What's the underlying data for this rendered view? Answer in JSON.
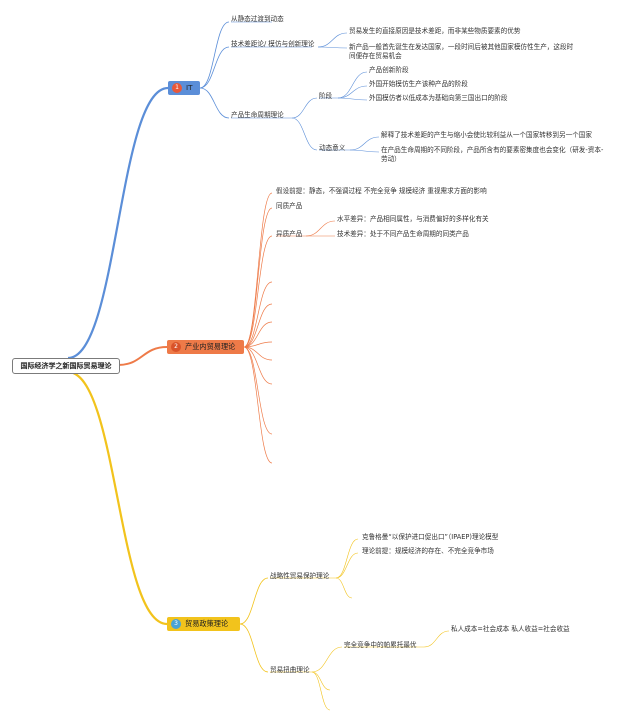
{
  "root": "国际经济学之新国际贸易理论",
  "branches": [
    {
      "label": "IT",
      "color": "#5b8ed8",
      "items": [
        {
          "label": "从静态过渡到动态"
        },
        {
          "label": "技术差距论/ 模仿与创新理论",
          "children": [
            "贸易发生的直接原因是技术差距，而非某些物质要素的优势",
            "新产品一般首先诞生在发达国家，一段时间后被其他国家模仿性生产，这段时间便存在贸易机会"
          ]
        },
        {
          "label": "产品生命周期理论",
          "children": [
            {
              "label": "阶段",
              "children": [
                "产品创新阶段",
                "外国开始模仿生产该种产品的阶段",
                "外国模仿者以低成本为基础向第三国出口的阶段"
              ]
            },
            {
              "label": "动态意义",
              "children": [
                "解释了技术差距的产生与缩小会使比较利益从一个国家转移到另一个国家",
                "在产品生命周期的不同阶段，产品所含有的要素密集度也会变化（研发-资本-劳动）"
              ]
            }
          ]
        }
      ]
    },
    {
      "label": "产业内贸易理论",
      "color": "#ee7a48",
      "items": [
        {
          "label": "假设前提：静态，不强调过程 不完全竞争 规模经济 重视需求方面的影响"
        },
        {
          "label": "同质产品"
        },
        {
          "label": "异质产品",
          "children": [
            "水平差异：产品相同属性，与消费偏好的多样化有关",
            "技术差异：处于不同产品生命周期的同类产品"
          ]
        }
      ]
    },
    {
      "label": "贸易政策理论",
      "color": "#f2c31c",
      "items": [
        {
          "label": "战略性贸易保护理论",
          "children": [
            "克鲁格曼“以保护进口促出口”（IPAEP)理论模型",
            "理论前提：规模经济的存在、不完全竞争市场"
          ]
        },
        {
          "label": "贸易扭曲理论",
          "children": [
            {
              "label": "完全竞争中的帕累托最优",
              "children": [
                "私人成本=社会成本 私人收益=社会收益"
              ]
            }
          ]
        }
      ]
    }
  ]
}
